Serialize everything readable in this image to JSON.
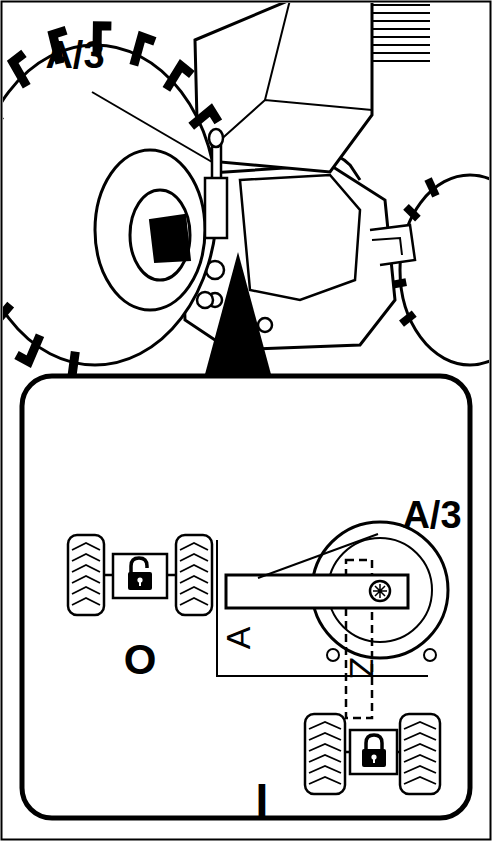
{
  "diagram": {
    "labels": [
      "A/3",
      "A/3",
      "O",
      "A",
      "Z",
      "I"
    ]
  }
}
